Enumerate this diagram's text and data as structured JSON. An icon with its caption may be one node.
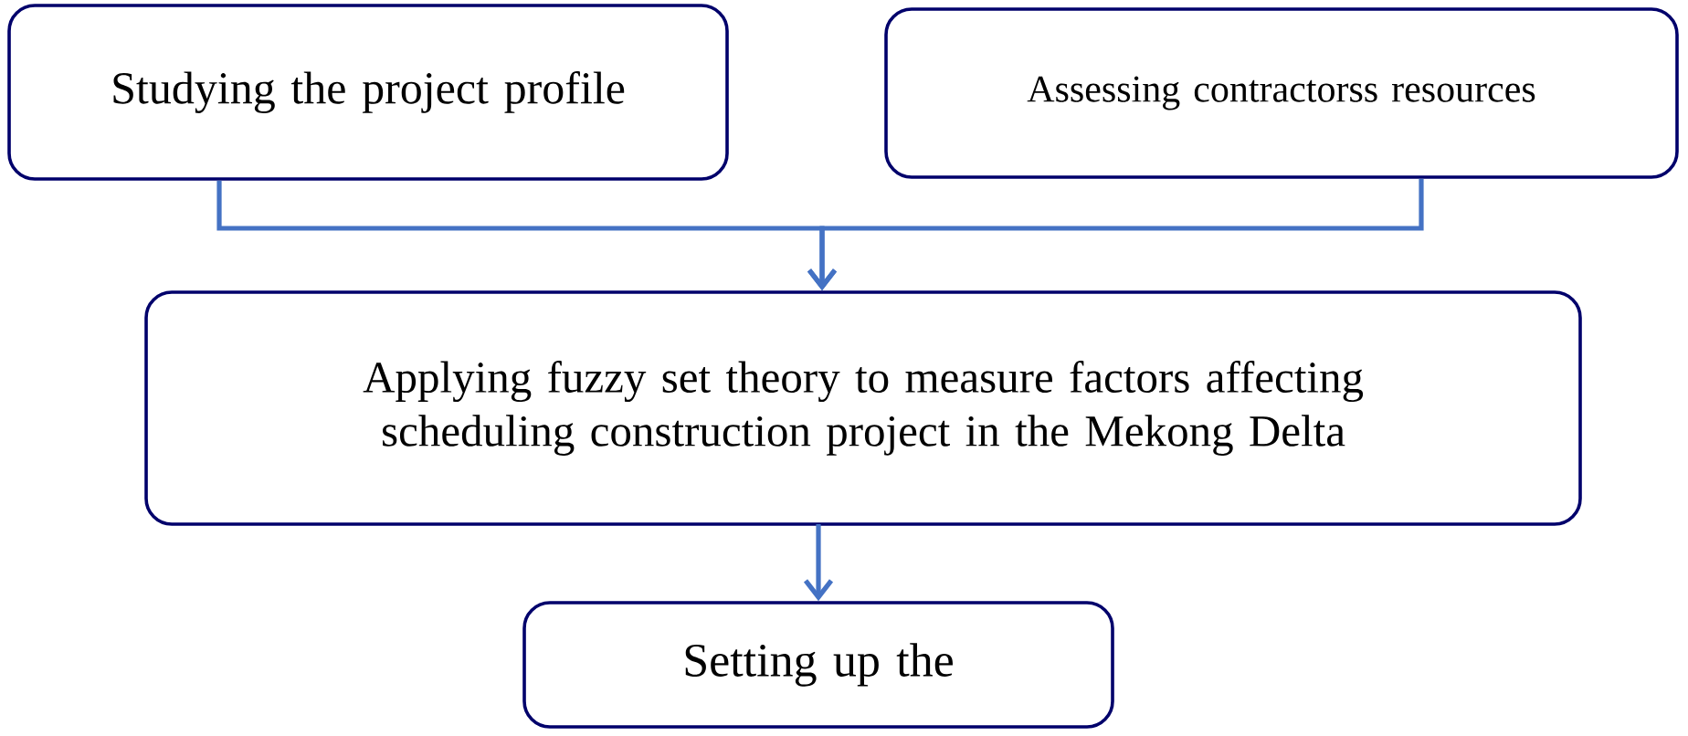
{
  "diagram": {
    "nodes": [
      {
        "text": [
          "Studying the project profile"
        ]
      },
      {
        "text": [
          "Assessing contractorss resources"
        ]
      },
      {
        "text": [
          "Applying fuzzy set theory to measure factors affecting scheduling construction project in the Mekong Delta"
        ]
      },
      {
        "text": [
          "Setting up the"
        ]
      }
    ],
    "edges": [
      {
        "from": 0,
        "to": 2,
        "arrow": "to"
      },
      {
        "from": 1,
        "to": 2,
        "arrow": "to"
      },
      {
        "from": 2,
        "to": 3,
        "arrow": "to"
      }
    ]
  }
}
